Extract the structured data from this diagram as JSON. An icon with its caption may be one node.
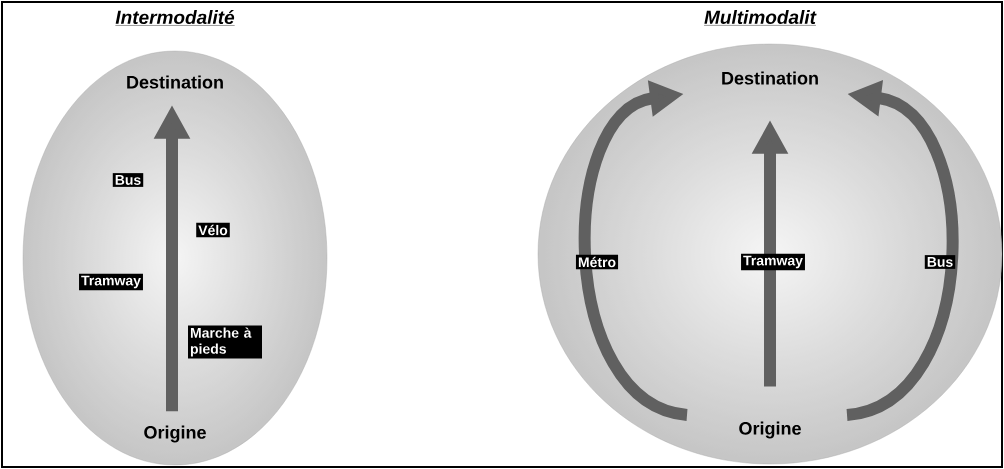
{
  "diagram": {
    "nodes": [
      {
        "text": [
          "Intermodalité"
        ]
      },
      {
        "text": [
          "Destination"
        ],
        "in": 0
      },
      {
        "text": [
          "Origine"
        ],
        "in": 0
      },
      {
        "text": [
          "Multimodalit"
        ]
      },
      {
        "text": [
          "Destination"
        ],
        "in": 3
      },
      {
        "text": [
          "Origine"
        ],
        "in": 3
      }
    ],
    "edges": [
      {
        "from": 2,
        "to": 1,
        "arrow": "to"
      },
      {
        "from": 5,
        "to": 4,
        "arrow": "to",
        "label": "Métro"
      },
      {
        "from": 5,
        "to": 4,
        "arrow": "to",
        "label": "Tramway"
      },
      {
        "from": 5,
        "to": 4,
        "arrow": "to",
        "label": "Bus"
      }
    ],
    "labels": [
      "Bus",
      "Vélo",
      "Tramway",
      "Marche à pieds"
    ]
  }
}
